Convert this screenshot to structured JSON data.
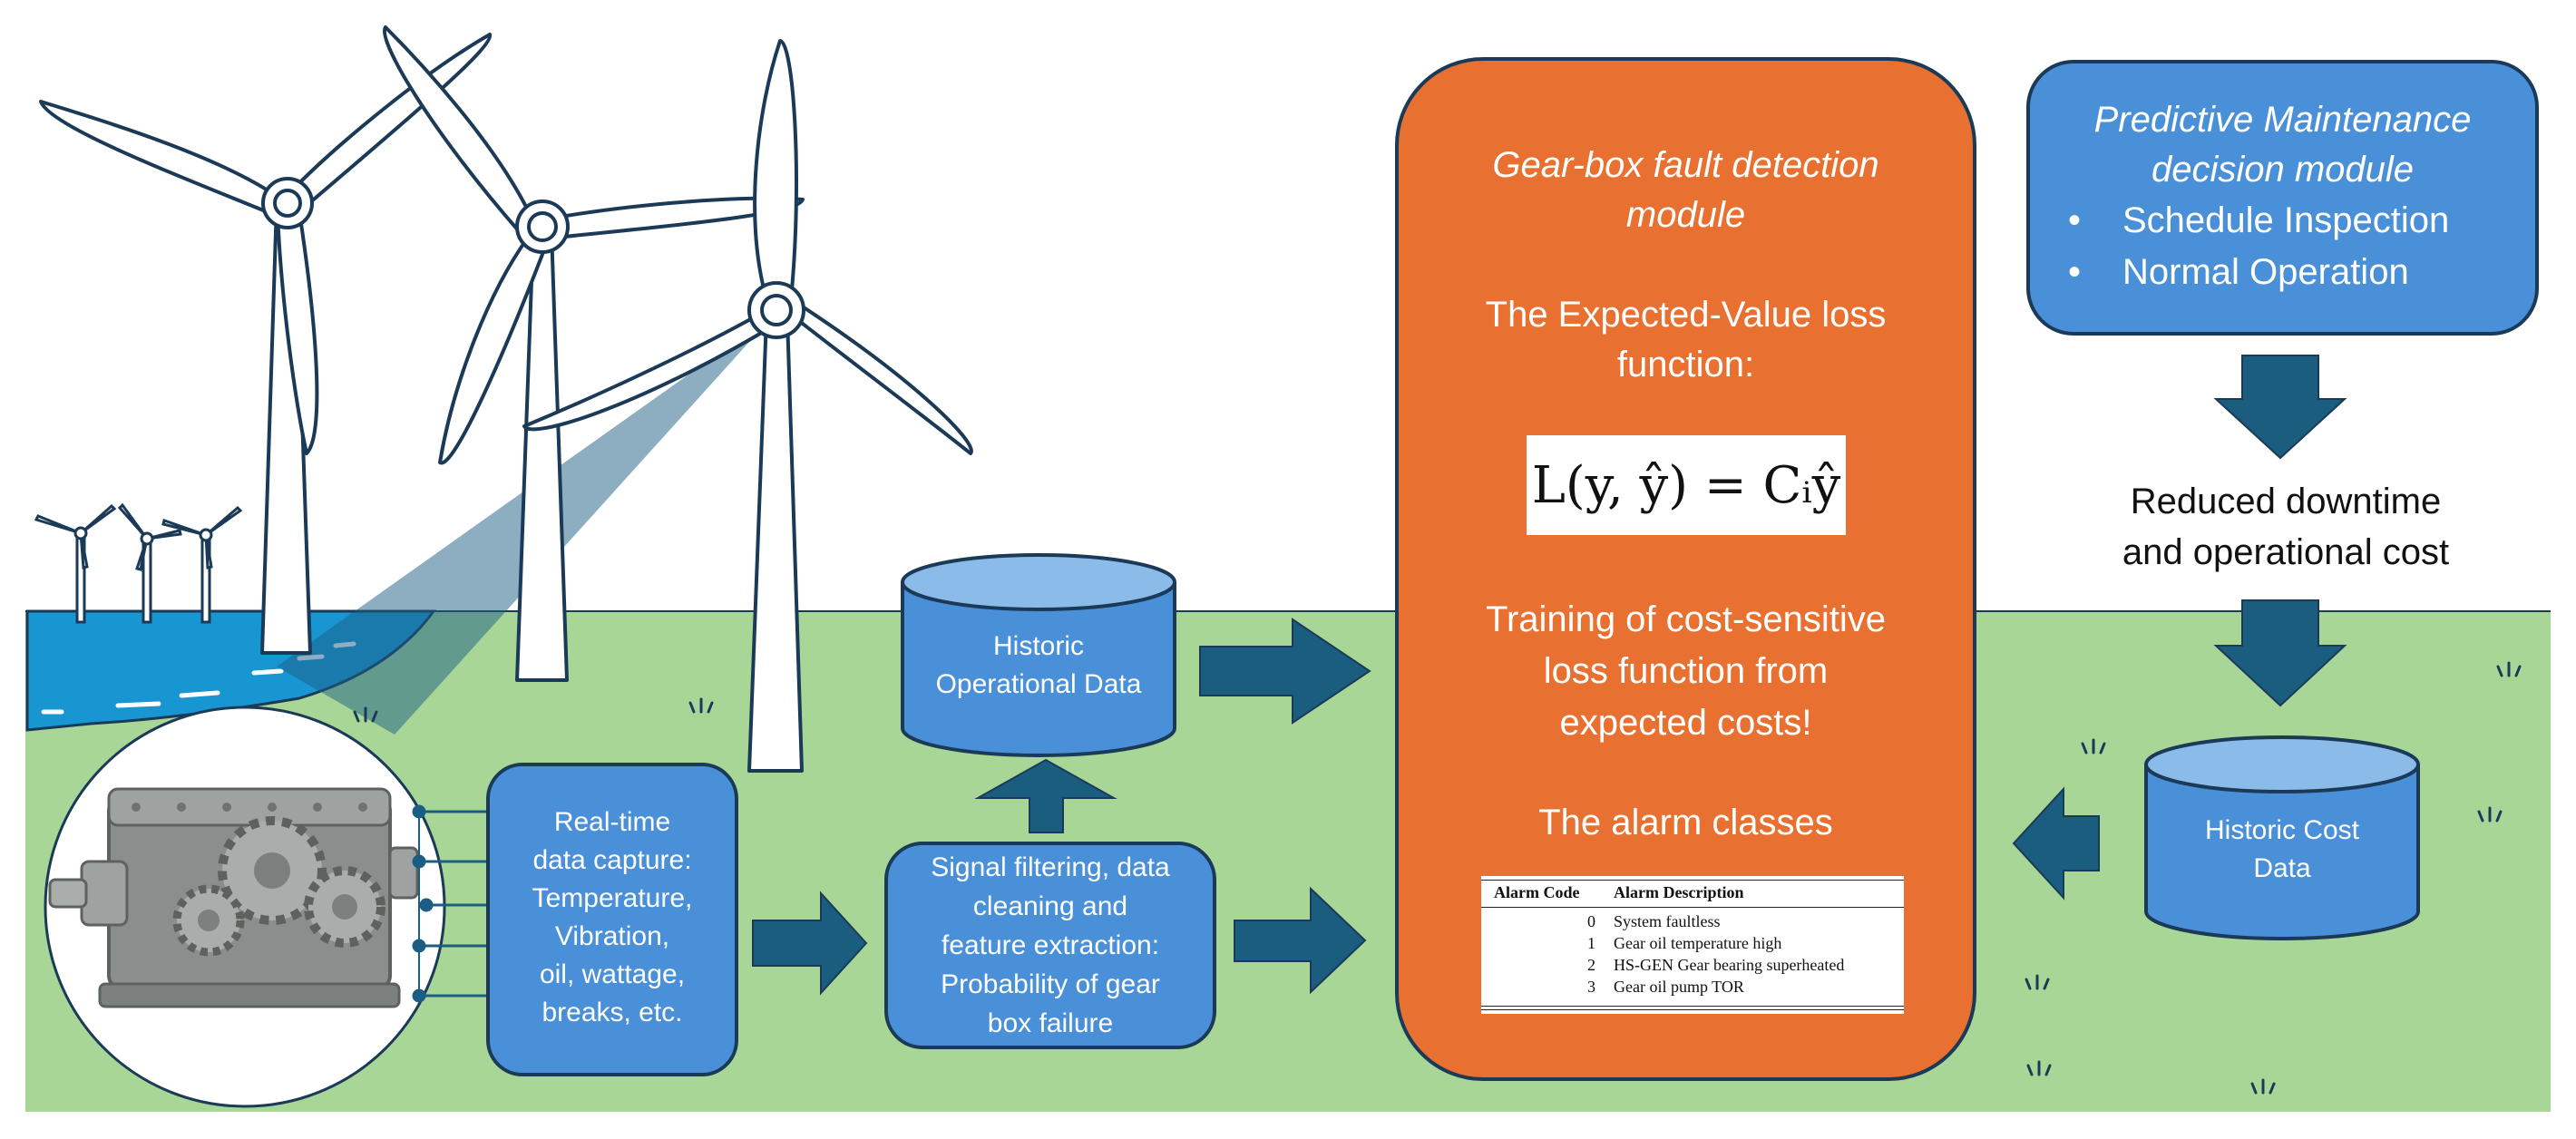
{
  "colors": {
    "orange": "#e87030",
    "blue_box": "#4a90d9",
    "dark_arrow": "#1a5d7e",
    "grass": "#a8d696",
    "water": "#1896d2",
    "outline": "#1b3a57"
  },
  "realtime_box": {
    "lines": [
      "Real-time",
      "data capture:",
      "Temperature,",
      "Vibration,",
      "oil, wattage,",
      "breaks, etc."
    ]
  },
  "historic_operational": {
    "lines": [
      "Historic",
      "Operational Data"
    ]
  },
  "signal_box": {
    "lines": [
      "Signal filtering, data",
      "cleaning and",
      "feature extraction:",
      "Probability of gear",
      "box failure"
    ]
  },
  "fault_module": {
    "title_lines": [
      "Gear-box fault detection",
      "module"
    ],
    "loss_lines": [
      "The Expected-Value loss",
      "function:"
    ],
    "training_lines": [
      "Training of cost-sensitive",
      "loss function from",
      "expected costs!"
    ],
    "alarm_heading": "The alarm classes"
  },
  "equation": {
    "text": "L(y, ŷ) = Cᵢŷ"
  },
  "alarm_table": {
    "headers": {
      "code": "Alarm Code",
      "description": "Alarm Description"
    },
    "rows": [
      {
        "code": "0",
        "description": "System faultless"
      },
      {
        "code": "1",
        "description": "Gear oil temperature high"
      },
      {
        "code": "2",
        "description": "HS-GEN Gear bearing superheated"
      },
      {
        "code": "3",
        "description": "Gear oil pump TOR"
      }
    ]
  },
  "predictive_module": {
    "title_lines": [
      "Predictive Maintenance",
      "decision module"
    ],
    "bullet": "•",
    "bullets": [
      "Schedule Inspection",
      "Normal Operation"
    ]
  },
  "outcome": {
    "lines": [
      "Reduced downtime",
      "and operational cost"
    ]
  },
  "historic_cost": {
    "lines": [
      "Historic Cost",
      "Data"
    ]
  },
  "icons": [
    "wind-turbine-icon",
    "gearbox-icon",
    "database-cylinder-icon",
    "arrow-icon",
    "grass-tuft-icon"
  ]
}
